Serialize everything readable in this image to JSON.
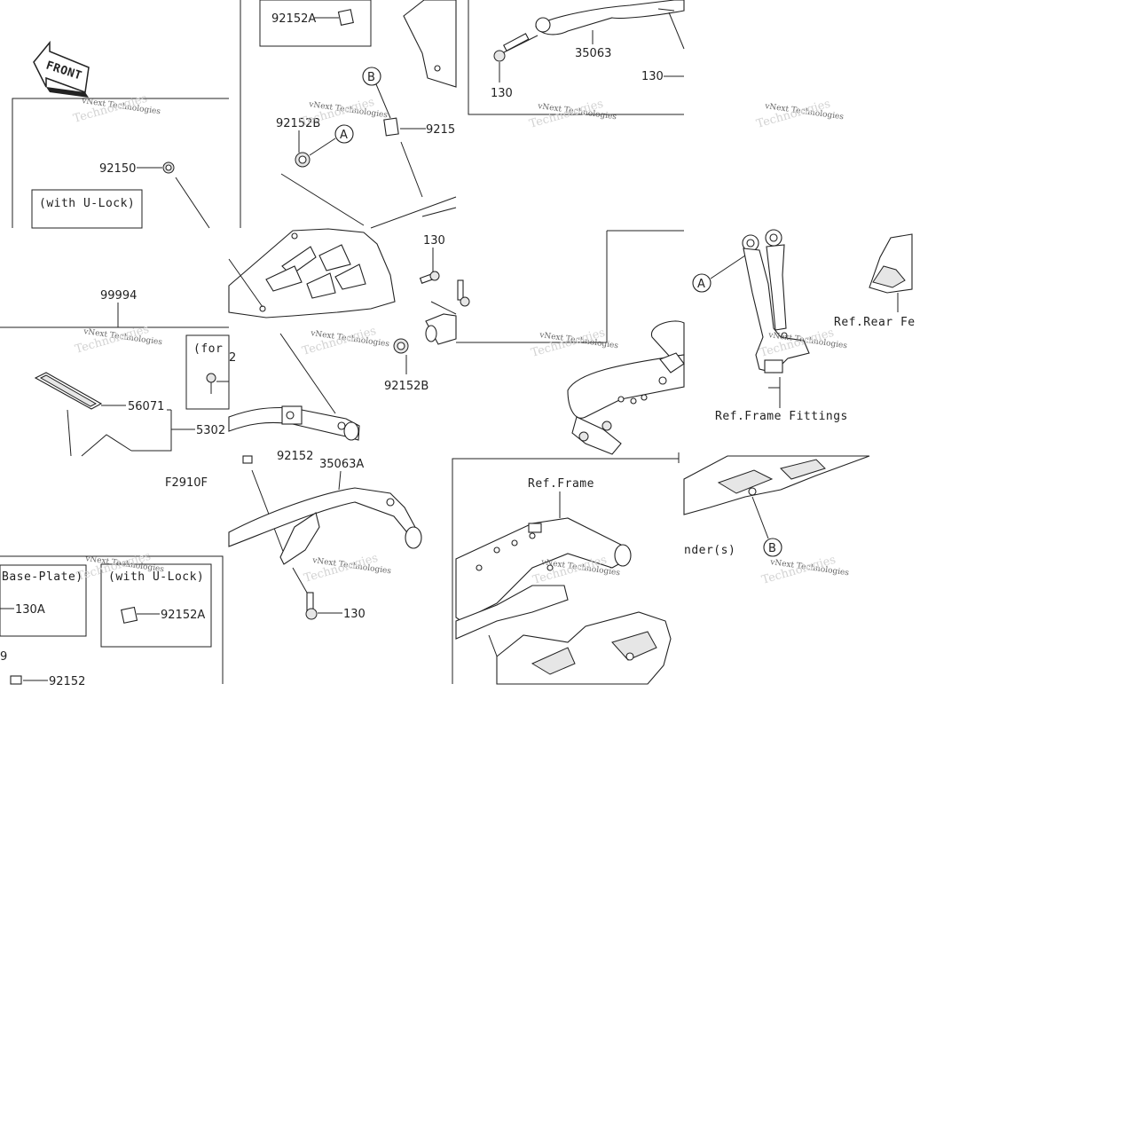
{
  "labels": {
    "front": "FRONT",
    "with_ulock_1": "(with U-Lock)",
    "with_ulock_2": "(with U-Lock)",
    "base_plate": "Base-Plate)",
    "for": "(for",
    "ref_frame_fittings": "Ref.Frame Fittings",
    "ref_rear_fe": "Ref.Rear Fe",
    "ref_frame": "Ref.Frame",
    "nder_s": "nder(s)",
    "fig_code": "F2910F"
  },
  "callouts": {
    "A": "A",
    "B": "B"
  },
  "parts": {
    "p92152A_top": "92152A",
    "p35063": "35063",
    "p130_a": "130",
    "p130_b": "130",
    "p92150": "92150",
    "p92152B_top": "92152B",
    "p9215_cut": "9215",
    "p130_mid": "130",
    "p99994": "99994",
    "p92152B_bottom": "92152B",
    "p2_cut": "2",
    "p56071": "56071",
    "p5302_cut": "5302",
    "p35063A": "35063A",
    "p92152_cut": "92152",
    "p130_low": "130",
    "p130A": "130A",
    "p92152A_bottom": "92152A",
    "p9_cut": "9",
    "p92152_bottom": "92152"
  },
  "watermark": {
    "brand": "vNext Technologies",
    "shadow": "Technologies"
  }
}
